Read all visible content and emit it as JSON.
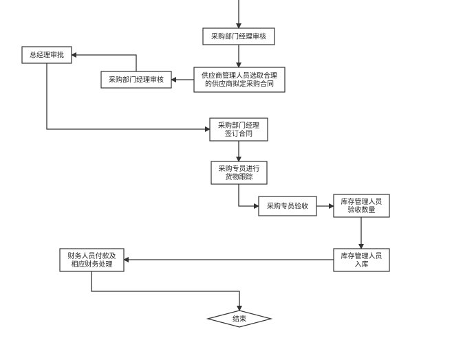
{
  "colors": {
    "stroke": "#333333",
    "fill": "#ffffff",
    "text": "#222222"
  },
  "nodes": {
    "n1": {
      "lines": [
        "采购部门经理审核"
      ]
    },
    "n2": {
      "lines": [
        "总经理审批"
      ]
    },
    "n3": {
      "lines": [
        "采购部门经理审核"
      ]
    },
    "n4": {
      "lines": [
        "供应商管理人员选取合理",
        "的供应商拟定采购合同"
      ]
    },
    "n5": {
      "lines": [
        "采购部门经理",
        "签订合同"
      ]
    },
    "n6": {
      "lines": [
        "采购专员进行",
        "货物跟踪"
      ]
    },
    "n7": {
      "lines": [
        "采购专员验收"
      ]
    },
    "n8": {
      "lines": [
        "库存管理人员",
        "验收数量"
      ]
    },
    "n9": {
      "lines": [
        "库存管理人员",
        "入库"
      ]
    },
    "n10": {
      "lines": [
        "财务人员付款及",
        "相应财务处理"
      ]
    },
    "end": {
      "lines": [
        "结束"
      ]
    }
  }
}
